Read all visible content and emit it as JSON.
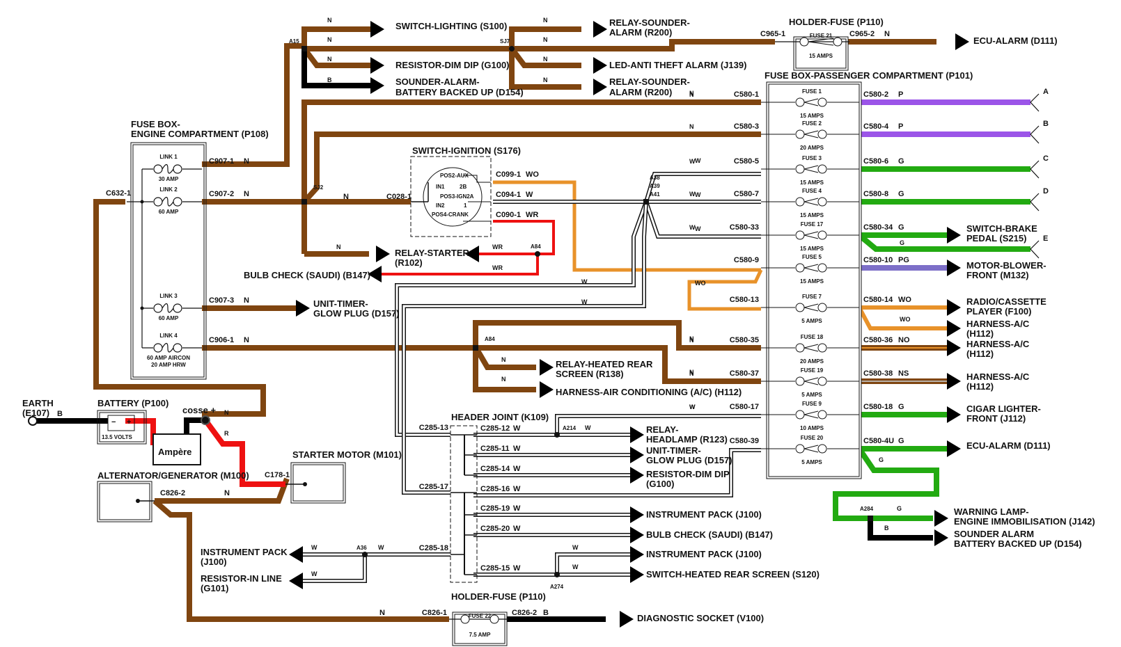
{
  "colors": {
    "N": "#7f4510",
    "B": "#000000",
    "R": "#ee1111",
    "P": "#9b55e8",
    "G": "#22aa11",
    "W": "#ffffff",
    "O": "#e8922a",
    "S": "#b8b0a8",
    "outline": "#111111"
  },
  "components": {
    "fusebox_engine": {
      "title1": "FUSE BOX-",
      "title2": "ENGINE COMPARTMENT (P108)",
      "links": [
        {
          "name": "LINK 1",
          "rating": "30 AMP",
          "out_conn": "C907-1",
          "wire": "N"
        },
        {
          "name": "LINK 2",
          "rating": "60 AMP",
          "out_conn": "C907-2",
          "wire": "N"
        },
        {
          "name": "LINK 3",
          "rating": "60 AMP",
          "out_conn": "C907-3",
          "wire": "N"
        },
        {
          "name": "LINK 4",
          "rating": "60 AMP   AIRCON",
          "rating2": "20 AMP HRW",
          "out_conn": "C906-1",
          "wire": "N"
        }
      ],
      "in_conn": "C632-1"
    },
    "fusebox_passenger": {
      "title": "FUSE BOX-PASSENGER COMPARTMENT (P101)",
      "fuses": [
        {
          "name": "FUSE 1",
          "rating": "15 AMPS",
          "in": "C580-1",
          "in_wire": "N",
          "out": "C580-2",
          "out_wire": "P"
        },
        {
          "name": "FUSE 2",
          "rating": "20 AMPS",
          "in": "C580-3",
          "in_wire": "N",
          "out": "C580-4",
          "out_wire": "P"
        },
        {
          "name": "FUSE 3",
          "rating": "15 AMPS",
          "in": "C580-5",
          "in_wire": "W",
          "out": "C580-6",
          "out_wire": "G"
        },
        {
          "name": "FUSE 4",
          "rating": "15 AMPS",
          "in": "C580-7",
          "in_wire": "W",
          "out": "C580-8",
          "out_wire": "G"
        },
        {
          "name": "FUSE 17",
          "rating": "15 AMPS",
          "in": "C580-33",
          "in_wire": "W",
          "out": "C580-34",
          "out_wire": "G"
        },
        {
          "name": "FUSE 5",
          "rating": "15 AMPS",
          "in": "C580-9",
          "in_wire": "",
          "out": "C580-10",
          "out_wire": "PG"
        },
        {
          "name": "FUSE 7",
          "rating": "5 AMPS",
          "in": "C580-13",
          "in_wire": "",
          "out": "C580-14",
          "out_wire": "WO"
        },
        {
          "name": "FUSE 18",
          "rating": "20 AMPS",
          "in": "C580-35",
          "in_wire": "N",
          "out": "C580-36",
          "out_wire": "NO"
        },
        {
          "name": "FUSE 19",
          "rating": "5 AMPS",
          "in": "C580-37",
          "in_wire": "N",
          "out": "C580-38",
          "out_wire": "NS"
        },
        {
          "name": "FUSE 9",
          "rating": "10 AMPS",
          "in": "C580-17",
          "in_wire": "W",
          "out": "C580-18",
          "out_wire": "G"
        },
        {
          "name": "FUSE 20",
          "rating": "5 AMPS",
          "in": "C580-39",
          "in_wire": "",
          "out": "C580-4U",
          "out_wire": "G"
        }
      ]
    },
    "holder_fuse_top": {
      "title": "HOLDER-FUSE (P110)",
      "fuse": "FUSE 21",
      "rating": "15 AMPS",
      "in": "C965-1",
      "out": "C965-2",
      "wire": "N"
    },
    "holder_fuse_bottom": {
      "title": "HOLDER-FUSE (P110)",
      "fuse": "FUSE 22",
      "rating": "7.5 AMP",
      "in": "C826-1",
      "out": "C826-2",
      "in_wire": "N",
      "out_wire": "B"
    },
    "ignition": {
      "title": "SWITCH-IGNITION (S176)",
      "in_conn": "C028-1",
      "in_wire": "N",
      "pins": [
        "POS2-AUX",
        "IN1",
        "2B",
        "POS3-IGN2A",
        "IN2",
        "1",
        "POS4-CRANK"
      ],
      "outs": [
        {
          "conn": "C099-1",
          "wire": "WO"
        },
        {
          "conn": "C094-1",
          "wire": "W"
        },
        {
          "conn": "C090-1",
          "wire": "WR"
        }
      ]
    },
    "battery": {
      "title": "BATTERY (P100)",
      "volts": "13.5 VOLTS",
      "minus": "−",
      "plus": "+"
    },
    "earth": {
      "title1": "EARTH",
      "title2": "(E107)",
      "wire": "B"
    },
    "ampere": {
      "label": "Ampère"
    },
    "cosse": {
      "label": "cosse +",
      "wire_n": "N",
      "wire_r": "R"
    },
    "starter_motor": {
      "title": "STARTER MOTOR (M101)",
      "conn": "C178-1"
    },
    "alternator": {
      "title": "ALTERNATOR/GENERATOR (M100)",
      "conn": "C826-2",
      "wire": "N"
    },
    "header_joint": {
      "title": "HEADER JOINT (K109)",
      "left": [
        "C285-13",
        "C285-17",
        "C285-18"
      ],
      "right": [
        {
          "conn": "C285-12",
          "wire": "W"
        },
        {
          "conn": "C285-11",
          "wire": "W"
        },
        {
          "conn": "C285-14",
          "wire": "W"
        },
        {
          "conn": "C285-16",
          "wire": "W"
        },
        {
          "conn": "C285-19",
          "wire": "W"
        },
        {
          "conn": "C285-20",
          "wire": "W"
        },
        {
          "conn": "C285-15",
          "wire": "W"
        }
      ]
    }
  },
  "splices": [
    "A15",
    "SJ7",
    "SJ2",
    "A38",
    "A39",
    "A41",
    "A84",
    "A84",
    "A214",
    "A36",
    "A274",
    "A284"
  ],
  "destinations": {
    "switch_lighting": "SWITCH-LIGHTING (S100)",
    "resistor_dim_dip_top": "RESISTOR-DIM DIP (G100)",
    "sounder_alarm_1": "SOUNDER-ALARM-",
    "sounder_alarm_2": "BATTERY BACKED UP (D154)",
    "relay_sounder_1a": "RELAY-SOUNDER-",
    "relay_sounder_1b": "ALARM (R200)",
    "led_anti_theft": "LED-ANTI THEFT ALARM (J139)",
    "relay_sounder_2a": "RELAY-SOUNDER-",
    "relay_sounder_2b": "ALARM (R200)",
    "ecu_alarm_top": "ECU-ALARM (D111)",
    "relay_starter_1": "RELAY-STARTER",
    "relay_starter_2": "(R102)",
    "bulb_check_top": "BULB CHECK (SAUDI) (B147)",
    "unit_timer_1": "UNIT-TIMER-",
    "unit_timer_2": "GLOW PLUG (D157)",
    "relay_hrs_1": "RELAY-HEATED REAR",
    "relay_hrs_2": "SCREEN (R138)",
    "harness_ac_long": "HARNESS-AIR CONDITIONING (A/C) (H112)",
    "relay_headlamp_1": "RELAY-",
    "relay_headlamp_2": "HEADLAMP (R123)",
    "unit_timer_b1": "UNIT-TIMER-",
    "unit_timer_b2": "GLOW PLUG (D157)",
    "resistor_dim_b1": "RESISTOR-DIM DIP",
    "resistor_dim_b2": "(G100)",
    "instrument_pack_1": "INSTRUMENT PACK (J100)",
    "bulb_check_bottom": "BULB CHECK (SAUDI) (B147)",
    "instrument_pack_2": "INSTRUMENT PACK (J100)",
    "switch_hrs": "SWITCH-HEATED REAR SCREEN (S120)",
    "instrument_pack_left1": "INSTRUMENT PACK",
    "instrument_pack_left2": "(J100)",
    "resistor_inline_1": "RESISTOR-IN LINE",
    "resistor_inline_2": "(G101)",
    "diagnostic_socket": "DIAGNOSTIC SOCKET (V100)",
    "switch_brake_1": "SWITCH-BRAKE",
    "switch_brake_2": "PEDAL (S215)",
    "motor_blower_1": "MOTOR-BLOWER-",
    "motor_blower_2": "FRONT (M132)",
    "radio_1": "RADIO/CASSETTE",
    "radio_2": "PLAYER (F100)",
    "harness_ac_1a": "HARNESS-A/C",
    "harness_ac_1b": "(H112)",
    "harness_ac_2a": "HARNESS-A/C",
    "harness_ac_2b": "(H112)",
    "harness_ac_3a": "HARNESS-A/C",
    "harness_ac_3b": "(H112)",
    "cigar_1": "CIGAR LIGHTER-",
    "cigar_2": "FRONT (J112)",
    "ecu_alarm_right": "ECU-ALARM (D111)",
    "warning_lamp_1": "WARNING LAMP-",
    "warning_lamp_2": "ENGINE IMMOBILISATION (J142)",
    "sounder_alarm_r1": "SOUNDER ALARM",
    "sounder_alarm_r2": "BATTERY BACKED UP (D154)"
  },
  "continuation_letters": [
    "A",
    "B",
    "C",
    "D",
    "E"
  ],
  "wire_codes": {
    "N": "N",
    "B": "B",
    "W": "W",
    "G": "G",
    "P": "P",
    "WO": "WO",
    "WR": "WR",
    "R": "R",
    "PG": "PG",
    "NO": "NO",
    "NS": "NS"
  }
}
